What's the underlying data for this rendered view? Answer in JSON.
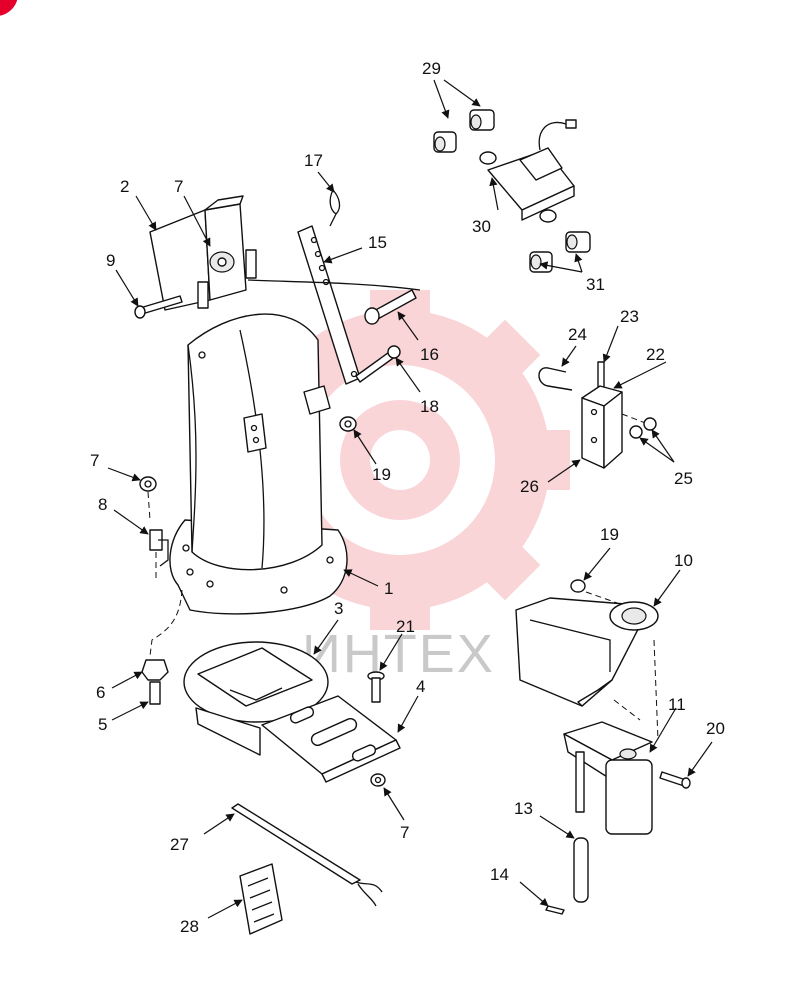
{
  "diagram": {
    "watermark_text": "ИНТЕХ",
    "colors": {
      "corner_badge": "#e4002b",
      "watermark_gear": "#f5b3b8",
      "watermark_text": "#c9c9c9",
      "line": "#111111"
    },
    "callouts": {
      "c1": "1",
      "c2": "2",
      "c3": "3",
      "c4": "4",
      "c5": "5",
      "c6": "6",
      "c7a": "7",
      "c7b": "7",
      "c7c": "7",
      "c8": "8",
      "c9": "9",
      "c10": "10",
      "c11": "11",
      "c13": "13",
      "c14": "14",
      "c15": "15",
      "c16": "16",
      "c17": "17",
      "c18": "18",
      "c19a": "19",
      "c19b": "19",
      "c20": "20",
      "c21": "21",
      "c22": "22",
      "c23": "23",
      "c24": "24",
      "c25": "25",
      "c26": "26",
      "c27": "27",
      "c28": "28",
      "c29": "29",
      "c30": "30",
      "c31": "31"
    }
  }
}
